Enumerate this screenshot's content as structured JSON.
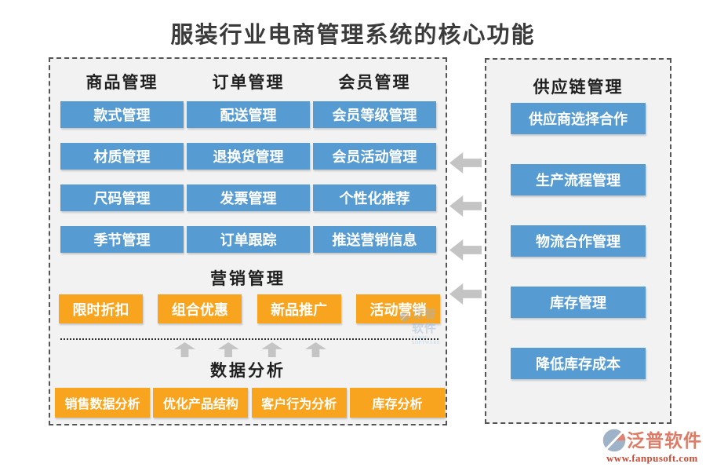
{
  "title": "服装行业电商管理系统的核心功能",
  "left_panel": {
    "columns": [
      {
        "header": "商品管理",
        "items": [
          "款式管理",
          "材质管理",
          "尺码管理",
          "季节管理"
        ]
      },
      {
        "header": "订单管理",
        "items": [
          "配送管理",
          "退换货管理",
          "发票管理",
          "订单跟踪"
        ]
      },
      {
        "header": "会员管理",
        "items": [
          "会员等级管理",
          "会员活动管理",
          "个性化推荐",
          "推送营销信息"
        ]
      }
    ],
    "marketing": {
      "header": "营销管理",
      "items": [
        "限时折扣",
        "组合优惠",
        "新品推广",
        "活动营销"
      ]
    },
    "analysis": {
      "header": "数据分析",
      "items": [
        "销售数据分析",
        "优化产品结构",
        "客户行为分析",
        "库存分析"
      ]
    }
  },
  "right_panel": {
    "header": "供应链管理",
    "items": [
      "供应商选择合作",
      "生产流程管理",
      "物流合作管理",
      "库存管理",
      "降低库存成本"
    ]
  },
  "watermark": {
    "text": "泛普软件",
    "subtext": "FANPU SOFTWARE"
  },
  "brand": {
    "name": "泛普软件",
    "url": "www.fanpusoft.com"
  },
  "colors": {
    "blue_button": "#569cd2",
    "orange_button": "#f8a41f",
    "panel_background": "#f2f2f2",
    "panel_border": "#555555",
    "arrow": "#c4c4c4",
    "brand_name": "#dd7b66",
    "brand_url": "#c94b37"
  }
}
